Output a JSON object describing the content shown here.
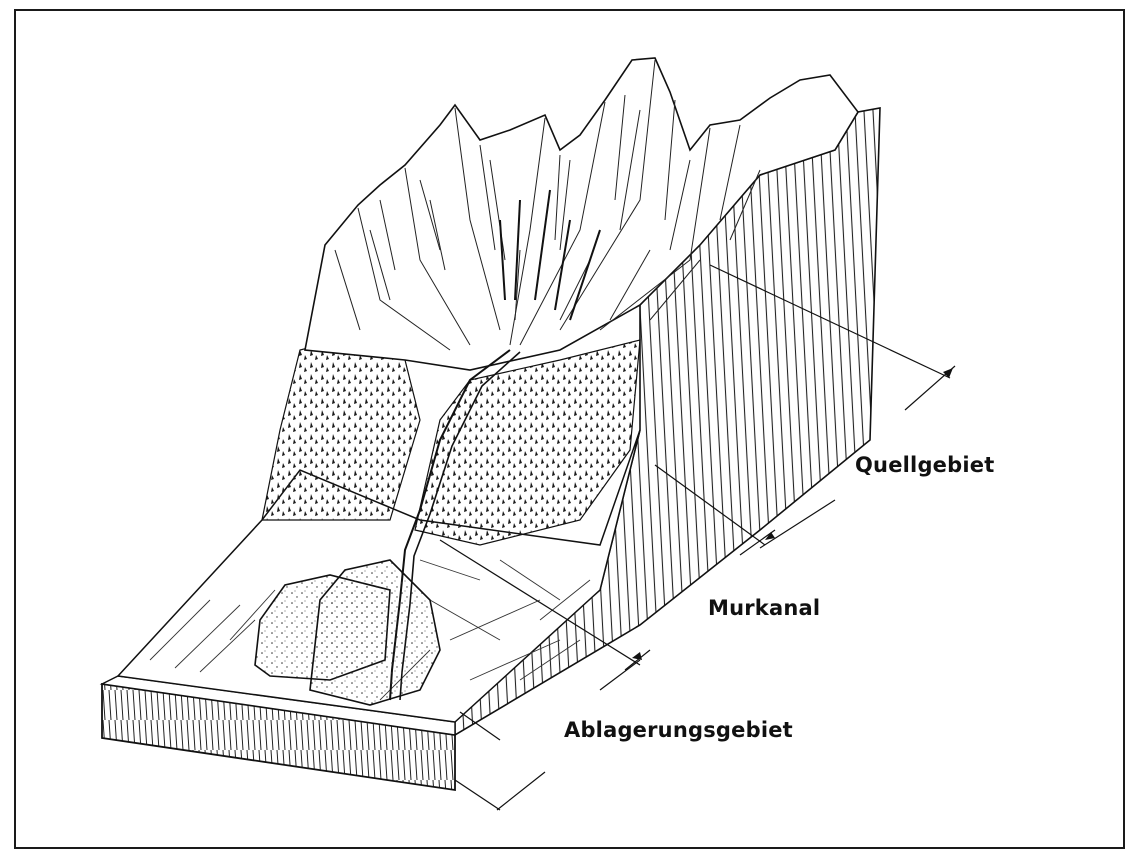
{
  "labels": {
    "zone_source": "Quellgebiet",
    "zone_channel": "Murkanal",
    "zone_deposit": "Ablagerungsgebiet"
  },
  "colors": {
    "ink": "#111111",
    "background": "#ffffff"
  }
}
